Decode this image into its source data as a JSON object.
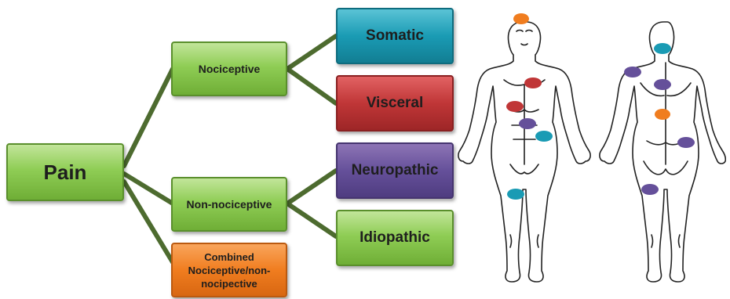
{
  "nodes": {
    "pain": "Pain",
    "nociceptive": "Nociceptive",
    "non_nociceptive": "Non-nociceptive",
    "combined": "Combined Nociceptive/non-nocipective",
    "somatic": "Somatic",
    "visceral": "Visceral",
    "neuropathic": "Neuropathic",
    "idiopathic": "Idiopathic"
  },
  "colors": {
    "connector": "#4d6b2f",
    "nociceptive_green": "#8fcd55",
    "somatic_teal": "#1a9bb4",
    "visceral_red": "#c03637",
    "neuropathic_purple": "#65509a",
    "combined_orange": "#f07d1f"
  }
}
